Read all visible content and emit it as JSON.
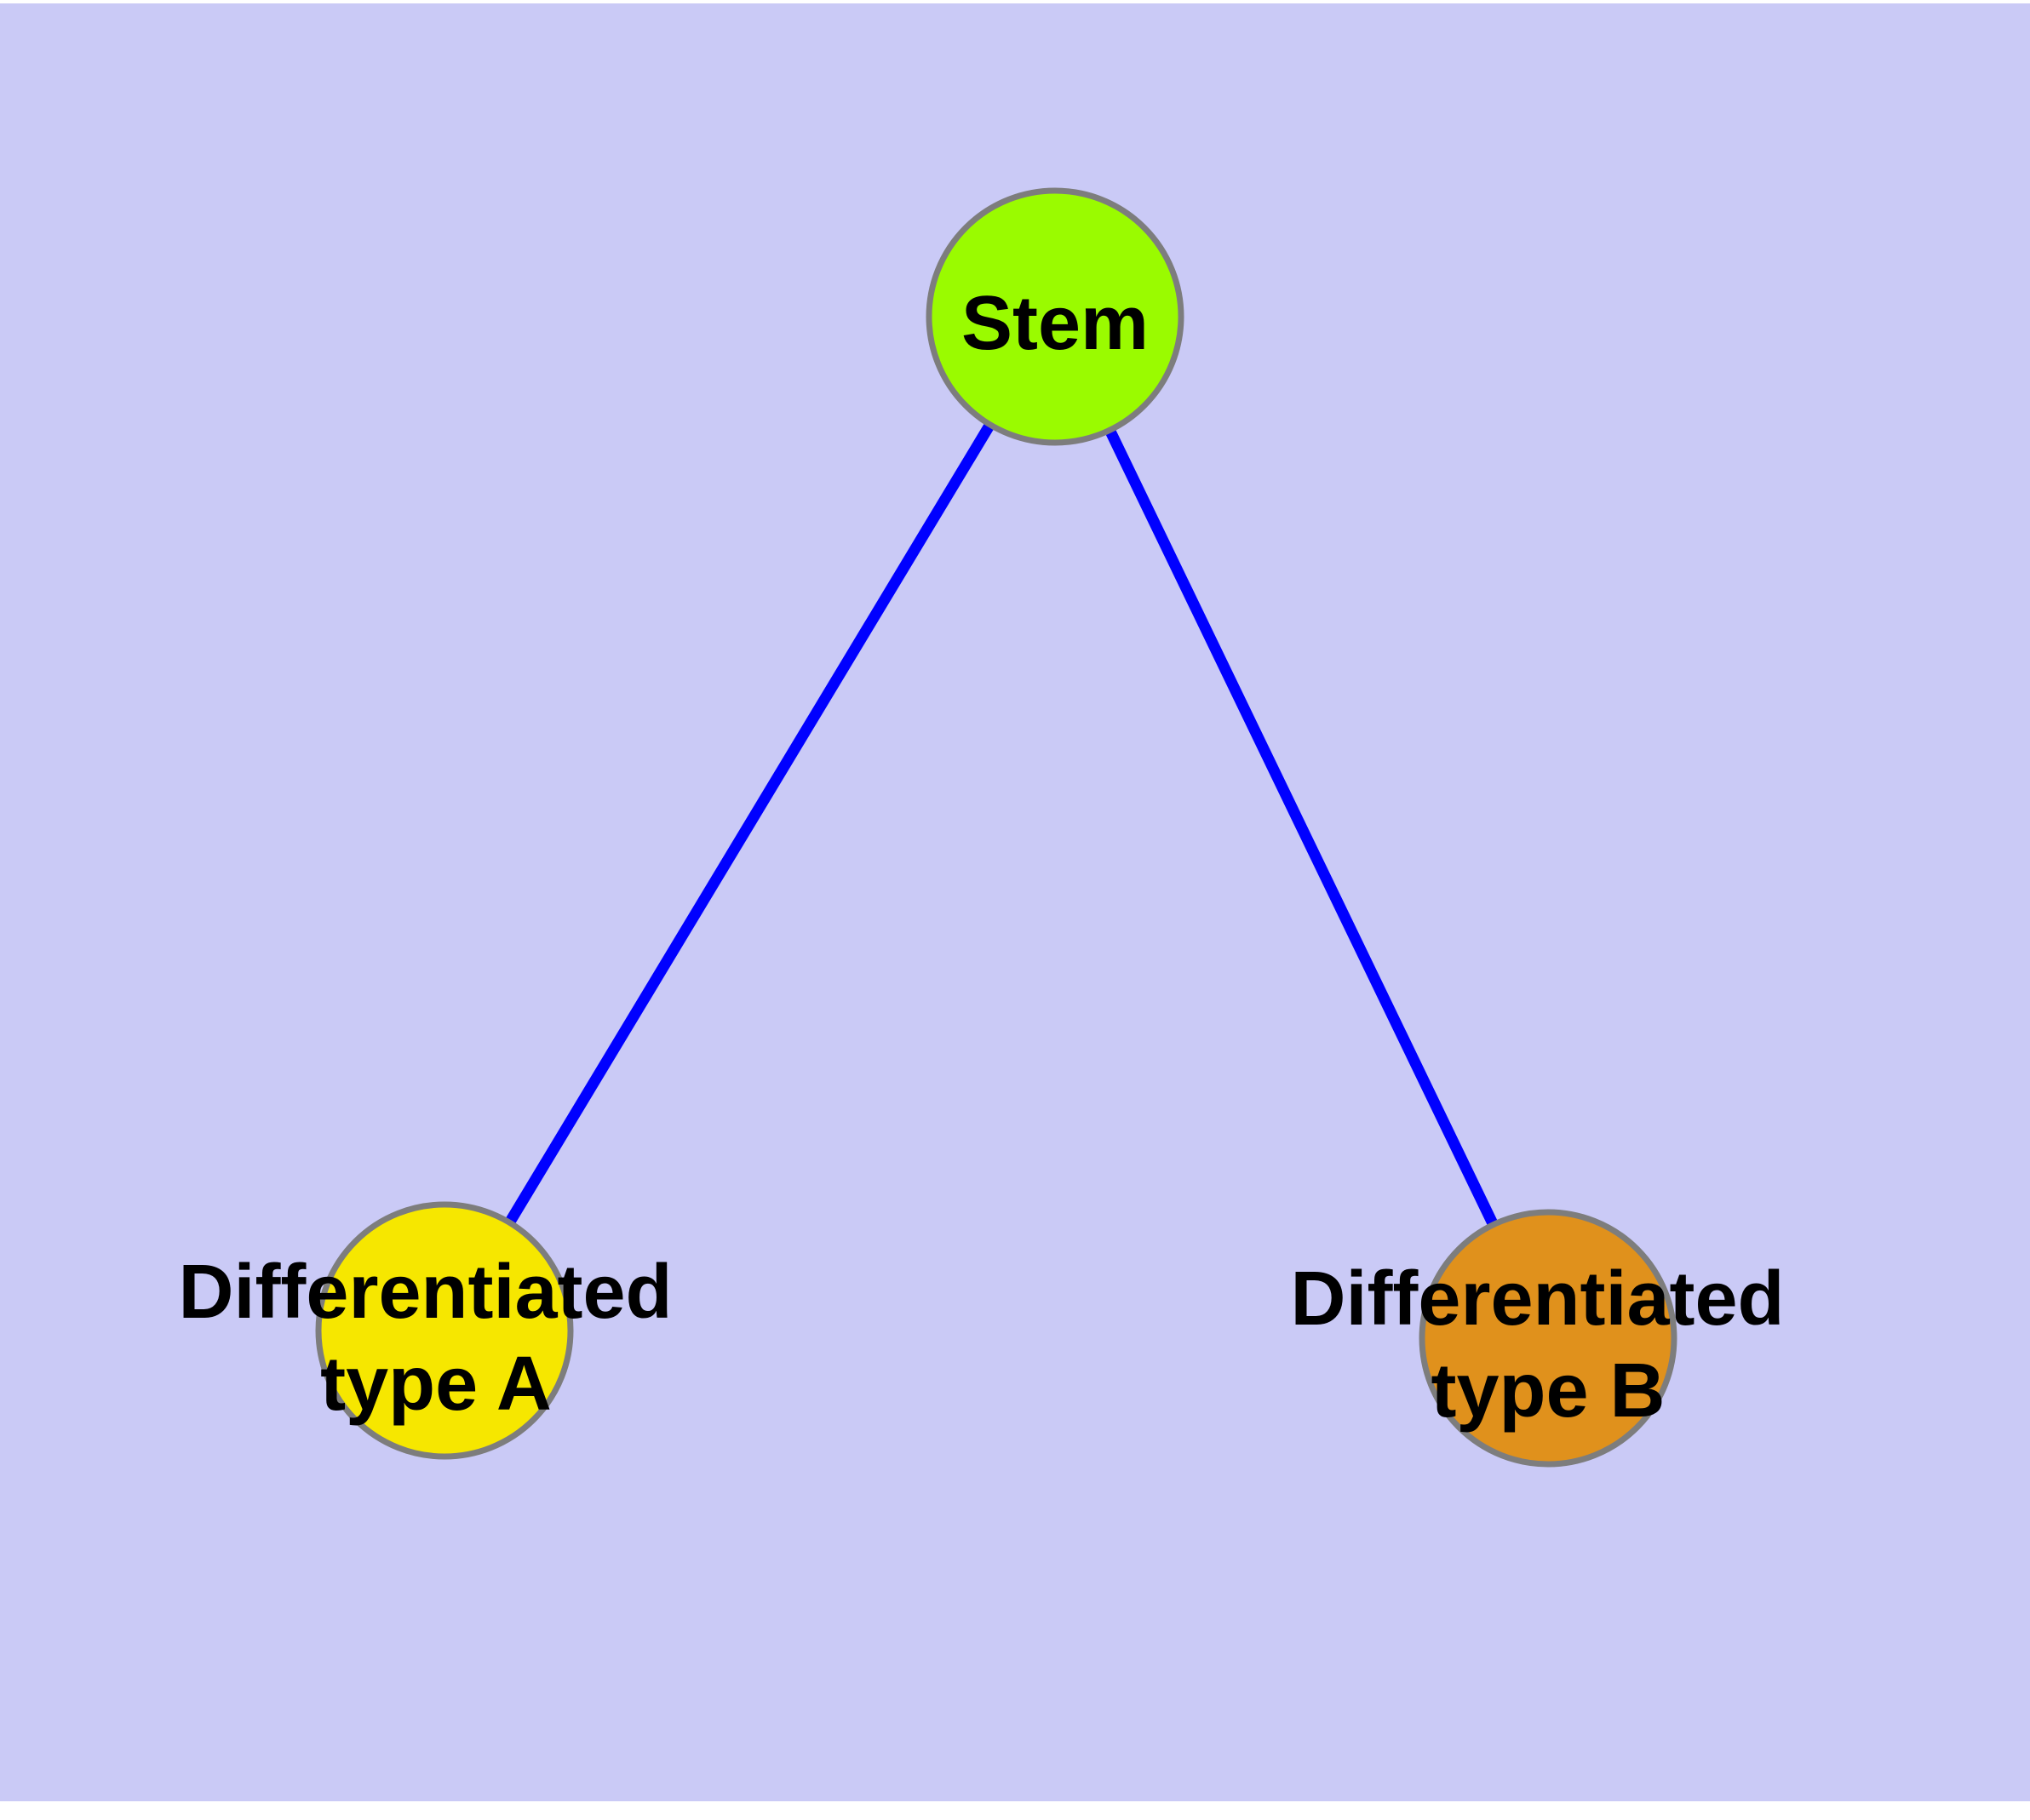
{
  "diagram": {
    "type": "graph",
    "description": "Stem cell differentiation tree: one stem node linked to two differentiated cell type nodes",
    "nodes": [
      {
        "id": "stem",
        "lines": [
          "Stem"
        ],
        "color": "#9afb00"
      },
      {
        "id": "typeA",
        "lines": [
          "Differentiated",
          "type A"
        ],
        "color": "#f6e700"
      },
      {
        "id": "typeB",
        "lines": [
          "Differentiated",
          "type B"
        ],
        "color": "#e0911c"
      }
    ],
    "edges": [
      {
        "from": "stem",
        "to": "typeA"
      },
      {
        "from": "stem",
        "to": "typeB"
      }
    ],
    "colors": {
      "page_margin": "#ffffff",
      "background": "#cacaf6",
      "node_border": "#7d7d7d",
      "edge": "#0000ff",
      "label_text": "#000000"
    }
  }
}
